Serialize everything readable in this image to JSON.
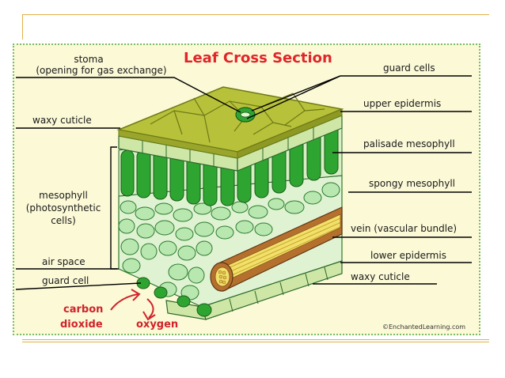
{
  "title": "Leaf Cross Section",
  "labels": {
    "stoma": "stoma",
    "stoma_desc": "(opening for gas exchange)",
    "waxy_cuticle_top": "waxy cuticle",
    "mesophyll_1": "mesophyll",
    "mesophyll_2": "(photosynthetic",
    "mesophyll_3": "cells)",
    "air_space": "air space",
    "guard_cell": "guard cell",
    "guard_cells": "guard cells",
    "upper_epidermis": "upper epidermis",
    "palisade_mesophyll": "palisade mesophyll",
    "spongy_mesophyll": "spongy mesophyll",
    "vein": "vein (vascular bundle)",
    "lower_epidermis": "lower epidermis",
    "waxy_cuticle_bottom": "waxy cuticle",
    "carbon": "carbon",
    "dioxide": "dioxide",
    "oxygen": "oxygen"
  },
  "credit": "©EnchantedLearning.com",
  "colors": {
    "cuticle": "#b8c13a",
    "cuticle_dark": "#7b8a1c",
    "epidermis": "#cfe7a6",
    "palisade": "#2fa531",
    "spongy": "#b8e8b0",
    "vein": "#b5702e",
    "xylem": "#f1e06a",
    "title": "#e0262a",
    "panel_border": "#79bd6b"
  }
}
